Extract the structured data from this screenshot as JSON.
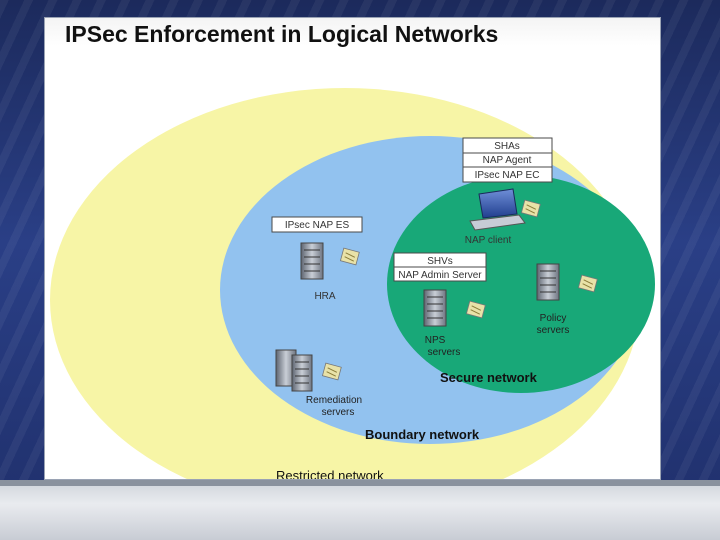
{
  "slide": {
    "title": "IPSec Enforcement in Logical Networks"
  },
  "diagram": {
    "zones": {
      "restricted": "Restricted network",
      "boundary": "Boundary network",
      "secure": "Secure network"
    },
    "boxes": {
      "client_stack": [
        "SHAs",
        "NAP Agent",
        "IPsec NAP EC"
      ],
      "hra_box": "IPsec NAP ES",
      "server_box": [
        "SHVs",
        "NAP Admin Server"
      ]
    },
    "nodes": {
      "nap_client": "NAP client",
      "hra": "HRA",
      "nps": [
        "NPS",
        "servers"
      ],
      "policy": [
        "Policy",
        "servers"
      ],
      "remediation": [
        "Remediation",
        "servers"
      ]
    },
    "colors": {
      "restricted": "#f7f5a6",
      "boundary": "#92c2ef",
      "secure": "#18a878",
      "box_border": "#4a4a4a"
    }
  }
}
